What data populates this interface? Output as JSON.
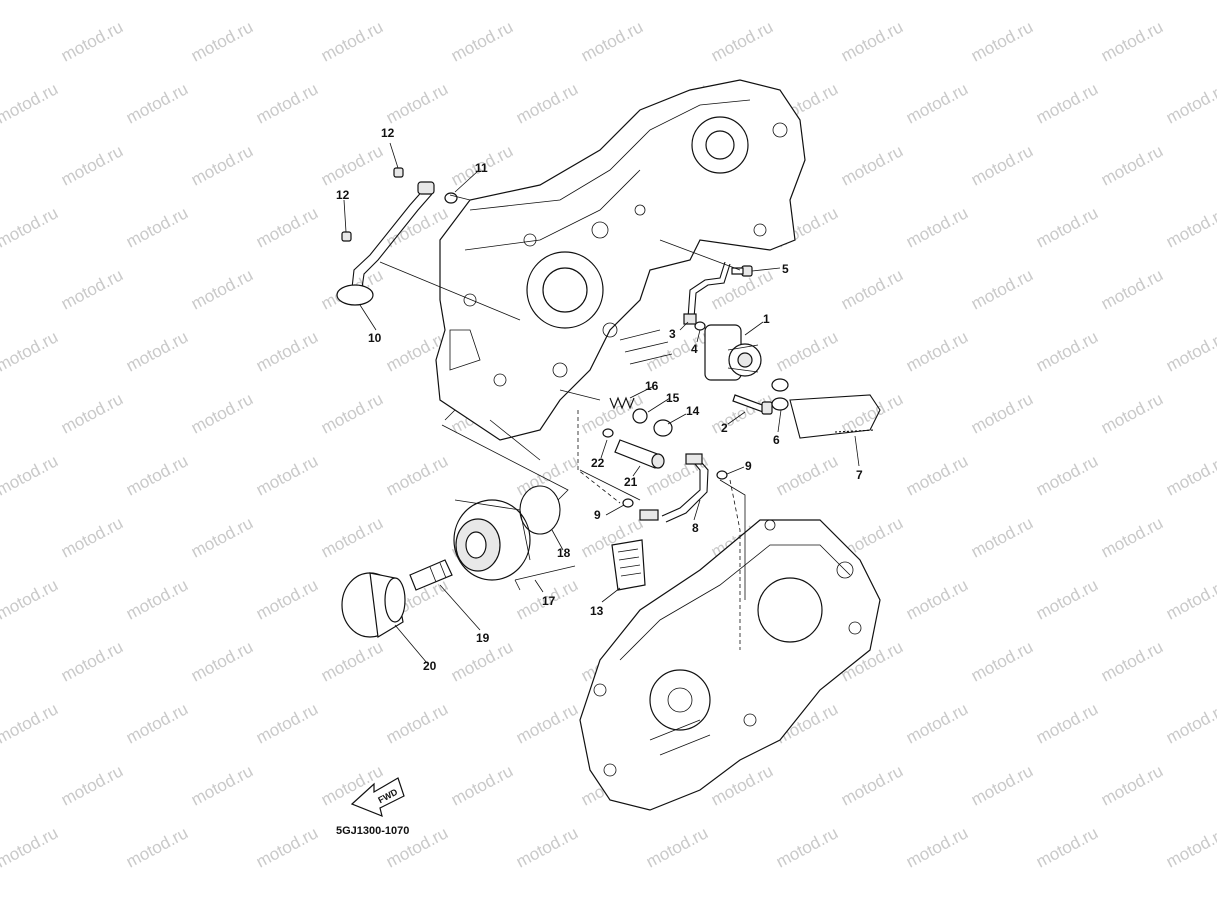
{
  "watermark": {
    "text": "motod.ru",
    "color": "#c9c9c9"
  },
  "code": "5GJ1300-1070",
  "fwd": "FWD",
  "callouts": [
    {
      "id": "c1",
      "label": "1"
    },
    {
      "id": "c2",
      "label": "2"
    },
    {
      "id": "c3",
      "label": "3"
    },
    {
      "id": "c4",
      "label": "4"
    },
    {
      "id": "c5",
      "label": "5"
    },
    {
      "id": "c6",
      "label": "6"
    },
    {
      "id": "c7",
      "label": "7"
    },
    {
      "id": "c8",
      "label": "8"
    },
    {
      "id": "c9a",
      "label": "9"
    },
    {
      "id": "c9b",
      "label": "9"
    },
    {
      "id": "c10",
      "label": "10"
    },
    {
      "id": "c11",
      "label": "11"
    },
    {
      "id": "c12a",
      "label": "12"
    },
    {
      "id": "c12b",
      "label": "12"
    },
    {
      "id": "c13",
      "label": "13"
    },
    {
      "id": "c14",
      "label": "14"
    },
    {
      "id": "c15",
      "label": "15"
    },
    {
      "id": "c16",
      "label": "16"
    },
    {
      "id": "c17",
      "label": "17"
    },
    {
      "id": "c18",
      "label": "18"
    },
    {
      "id": "c19",
      "label": "19"
    },
    {
      "id": "c20",
      "label": "20"
    },
    {
      "id": "c21",
      "label": "21"
    },
    {
      "id": "c22",
      "label": "22"
    }
  ]
}
